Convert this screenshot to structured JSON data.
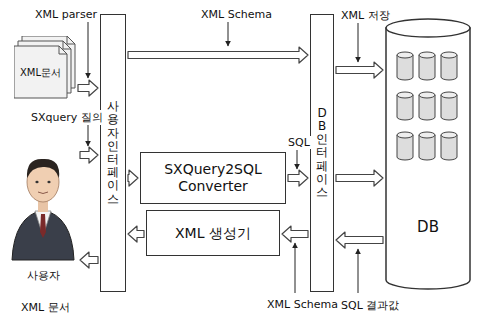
{
  "diagram": {
    "nodes": [
      {
        "text": [
          "XML문서"
        ]
      },
      {
        "text": [
          "사용자 인터페이스"
        ]
      },
      {
        "text": [
          "DB 인터페이스"
        ]
      },
      {
        "text": [
          "DB"
        ]
      },
      {
        "text": [
          "사용자"
        ]
      },
      {
        "text": [
          "SXQuery2SQL Converter"
        ]
      },
      {
        "text": [
          "XML 생성기"
        ]
      }
    ],
    "edges": [
      {
        "from": 0,
        "to": 1,
        "arrow": "to"
      },
      {
        "from": 1,
        "to": 2,
        "arrow": "to"
      },
      {
        "from": 2,
        "to": 3,
        "arrow": "to"
      },
      {
        "from": 4,
        "to": 1,
        "arrow": "to"
      },
      {
        "from": 1,
        "to": 5,
        "arrow": "to"
      },
      {
        "from": 5,
        "to": 2,
        "arrow": "to"
      },
      {
        "from": 2,
        "to": 3,
        "arrow": "to"
      },
      {
        "from": 3,
        "to": 2,
        "arrow": "to"
      },
      {
        "from": 2,
        "to": 6,
        "arrow": "to"
      },
      {
        "from": 6,
        "to": 1,
        "arrow": "to"
      },
      {
        "from": 1,
        "to": 4,
        "arrow": "to"
      }
    ],
    "labels": [
      "XML parser",
      "XML Schema",
      "XML 저장",
      "SXquery 질의",
      "SQL",
      "XML 문서",
      "XML Schema",
      "SQL 결과값"
    ]
  }
}
